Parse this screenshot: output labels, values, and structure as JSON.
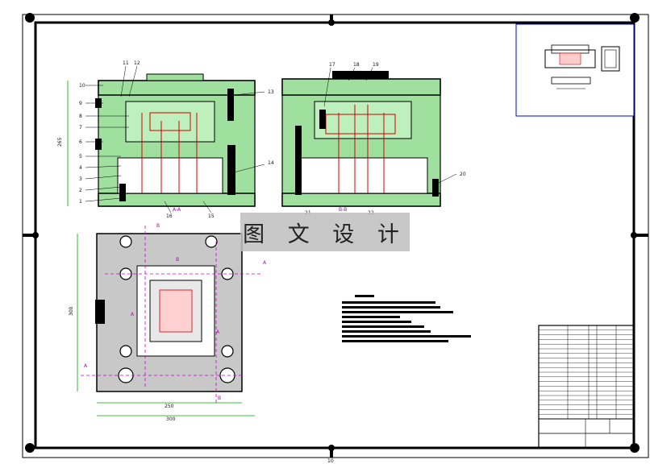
{
  "watermark": "图 文 设 计",
  "colors": {
    "border": "#000000",
    "mold_fill": "#9fe09f",
    "section_lines": "#2a7a2a",
    "part_red": "#d40000",
    "centerline_magenta": "#cc00cc",
    "dimension_green": "#00aa00",
    "thumbnail_frame": "#0000cc"
  },
  "section_view_left": {
    "part_numbers": [
      "1",
      "2",
      "3",
      "4",
      "5",
      "6",
      "7",
      "8",
      "9",
      "10",
      "11",
      "12",
      "13",
      "14",
      "15",
      "16"
    ],
    "overall_height_dim": "265",
    "section_label": "A-A"
  },
  "section_view_right": {
    "part_numbers": [
      "17",
      "18",
      "19",
      "20",
      "21",
      "22"
    ],
    "section_label": "B-B"
  },
  "plan_view": {
    "section_markers": [
      "A",
      "A",
      "B",
      "B",
      "B",
      "A",
      "A"
    ],
    "dim_height": "300",
    "dim_inner_width": "250",
    "dim_outer_width": "300"
  },
  "sheet_marks": {
    "bottom_center": "10"
  }
}
